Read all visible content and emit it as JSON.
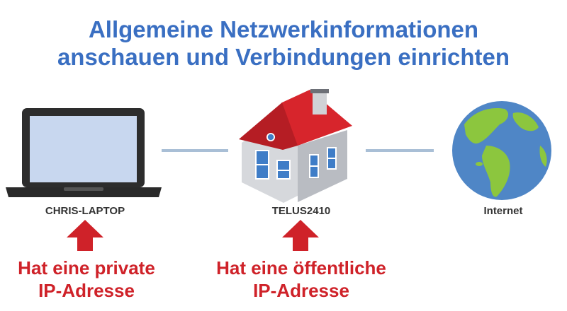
{
  "title": {
    "line1": "Allgemeine Netzwerkinformationen",
    "line2": "anschauen und Verbindungen einrichten"
  },
  "nodes": {
    "laptop": {
      "label": "CHRIS-LAPTOP"
    },
    "router": {
      "label": "TELUS2410"
    },
    "internet": {
      "label": "Internet"
    }
  },
  "callouts": {
    "laptop": {
      "line1": "Hat eine private",
      "line2": "IP-Adresse"
    },
    "router": {
      "line1": "Hat eine öffentliche",
      "line2": "IP-Adresse"
    }
  },
  "colors": {
    "title": "#3a6fc2",
    "callout": "#cf2229",
    "connector": "#a9bfd6",
    "roof": "#d7252c"
  },
  "icons": [
    "laptop-icon",
    "house-icon",
    "globe-icon",
    "up-arrow-icon"
  ]
}
